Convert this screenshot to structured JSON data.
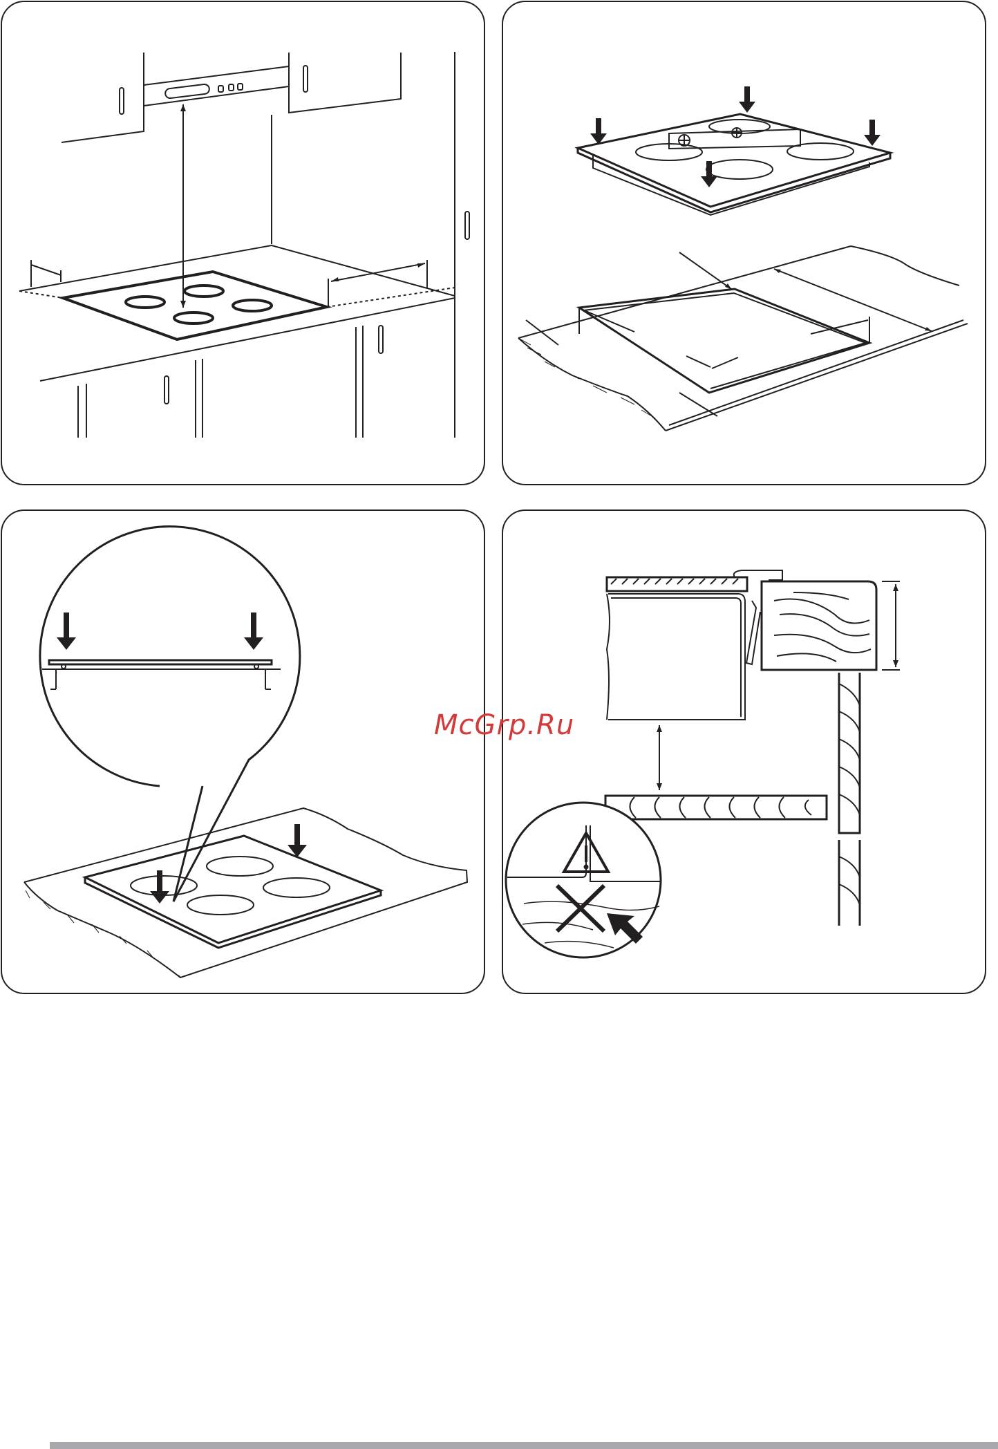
{
  "watermark": {
    "text": "McGrp.Ru"
  },
  "panels": [
    {
      "name": "hob-clearance-above"
    },
    {
      "name": "cutout-and-leveling"
    },
    {
      "name": "seal-installation-detail"
    },
    {
      "name": "cabinet-section-warning"
    }
  ],
  "icons": [
    "warning-triangle-icon",
    "prohibited-cross-icon",
    "press-down-arrow-icon",
    "dimension-arrow-icon"
  ],
  "colors": {
    "line": "#231f20",
    "footer": "#a7a9ac",
    "watermark": "#d33a3a"
  }
}
